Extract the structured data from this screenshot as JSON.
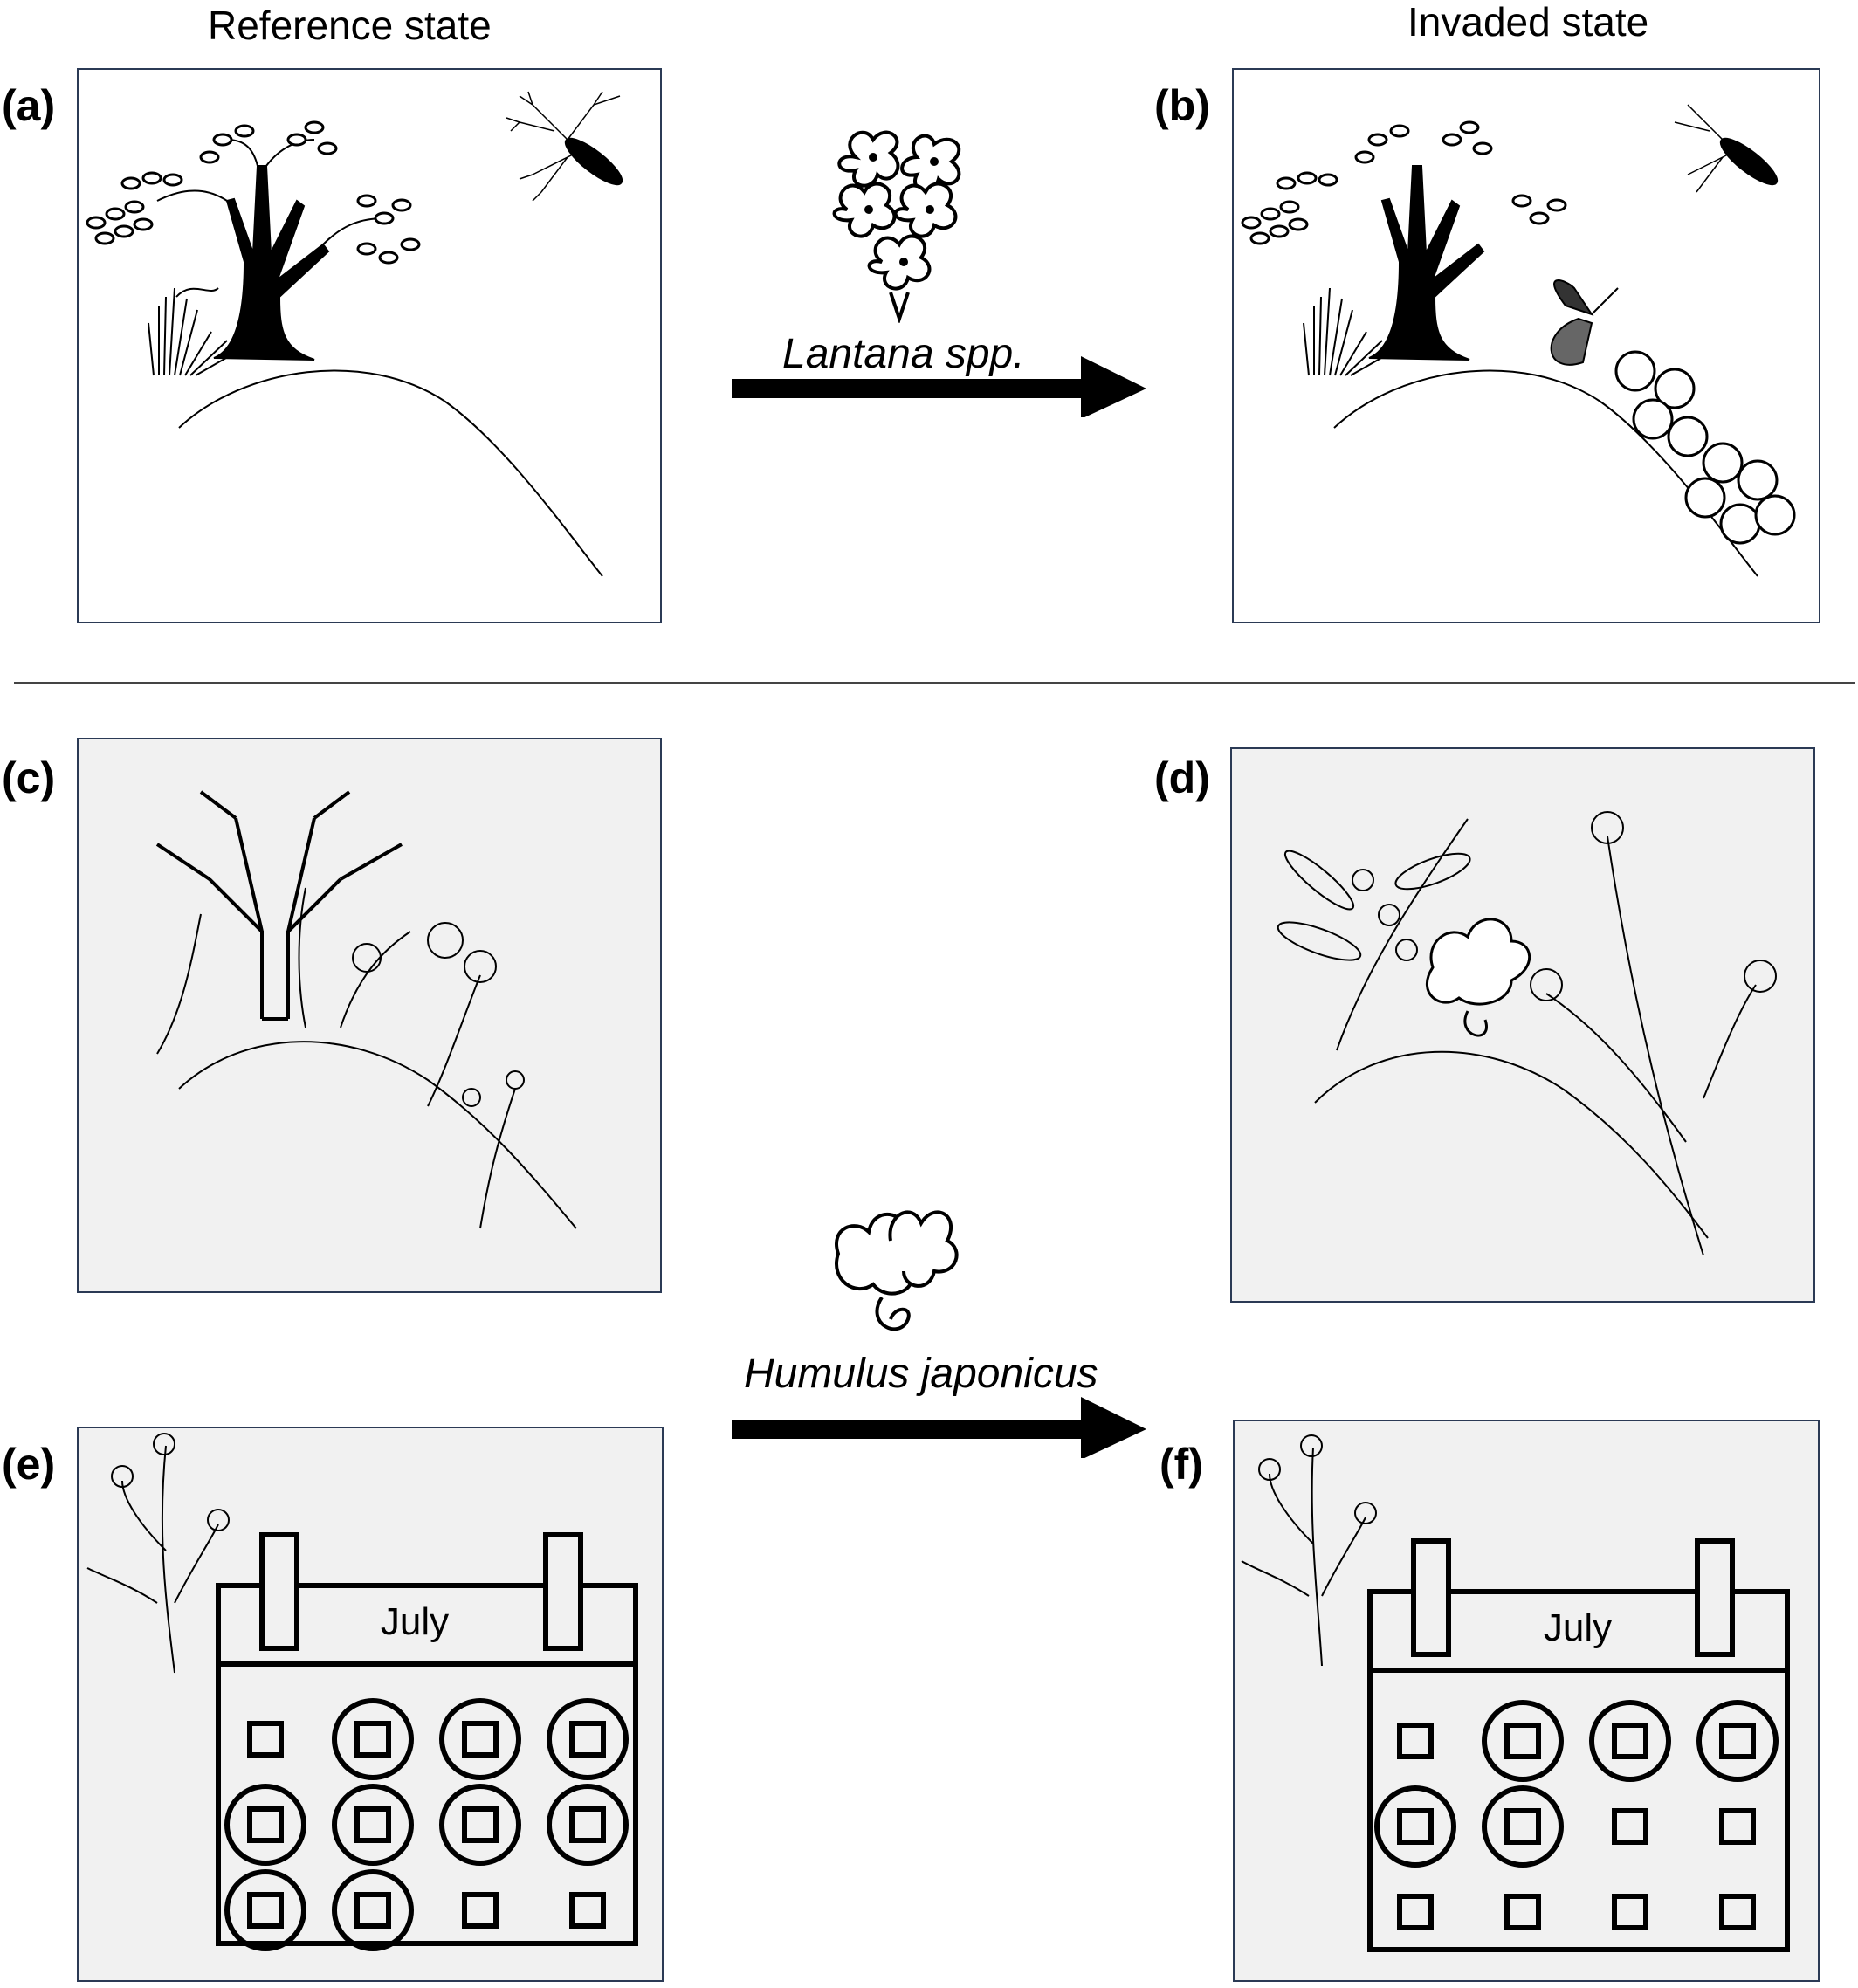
{
  "headings": {
    "reference": "Reference state",
    "invaded": "Invaded state"
  },
  "panel_labels": {
    "a": "(a)",
    "b": "(b)",
    "c": "(c)",
    "d": "(d)",
    "e": "(e)",
    "f": "(f)"
  },
  "invaders": {
    "top": "Lantana spp.",
    "bottom": "Humulus japonicus"
  },
  "calendars": {
    "e": {
      "month": "July",
      "circled": [
        [
          false,
          true,
          true,
          true
        ],
        [
          true,
          true,
          true,
          true
        ],
        [
          true,
          true,
          false,
          false
        ]
      ]
    },
    "f": {
      "month": "July",
      "circled": [
        [
          false,
          true,
          true,
          true
        ],
        [
          true,
          true,
          false,
          false
        ],
        [
          false,
          false,
          false,
          false
        ]
      ]
    }
  },
  "colors": {
    "panel_border": "#2b3a55",
    "panel_gray": "#f1f1f1",
    "ink": "#000000"
  }
}
